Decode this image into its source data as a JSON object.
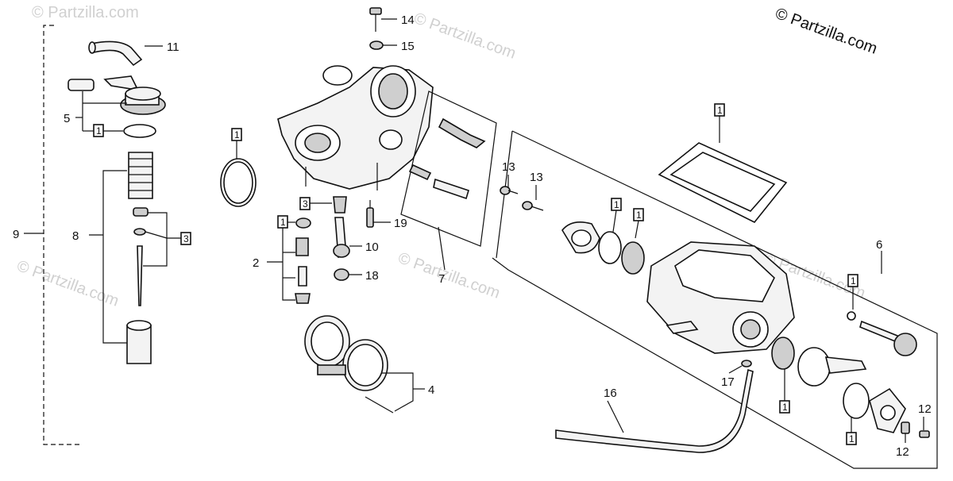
{
  "copyright": "© Partzilla.com",
  "watermark": "© Partzilla.com",
  "callouts": {
    "c1": "1",
    "c2": "2",
    "c3": "3",
    "c4": "4",
    "c5": "5",
    "c6": "6",
    "c7": "7",
    "c8": "8",
    "c9": "9",
    "c10": "10",
    "c11": "11",
    "c12": "12",
    "c13": "13",
    "c14": "14",
    "c15": "15",
    "c16": "16",
    "c17": "17",
    "c18": "18",
    "c19": "19"
  }
}
